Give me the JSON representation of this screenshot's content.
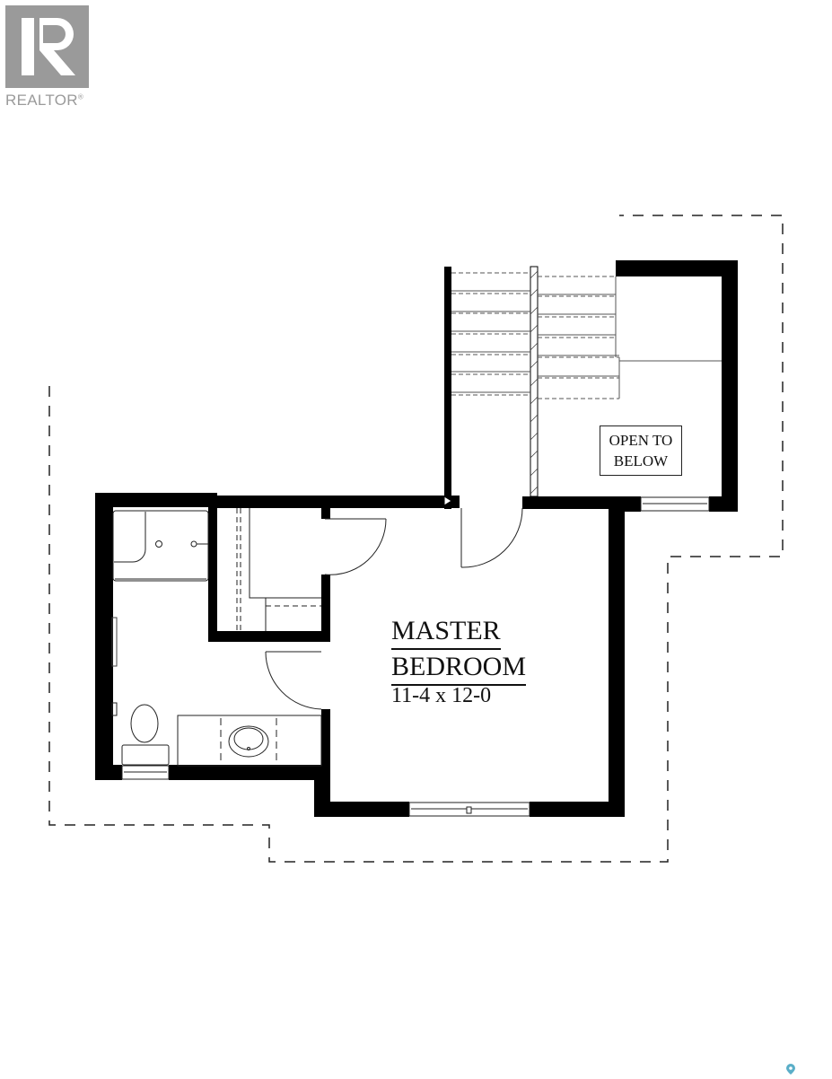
{
  "logo": {
    "brand": "REALTOR",
    "mark": "®",
    "color": "#9a9a9a"
  },
  "floorplan": {
    "rooms": [
      {
        "name_line1": "MASTER",
        "name_line2": "BEDROOM",
        "dimensions": "11-4 x 12-0"
      }
    ],
    "annotations": [
      {
        "line1": "OPEN TO",
        "line2": "BELOW"
      }
    ],
    "fixtures": [
      "shower",
      "towel-bar",
      "toilet",
      "vanity-sink",
      "closet",
      "stairs"
    ],
    "wall_color": "#000000"
  },
  "footer": {
    "pin_color": "#5aaec8"
  }
}
